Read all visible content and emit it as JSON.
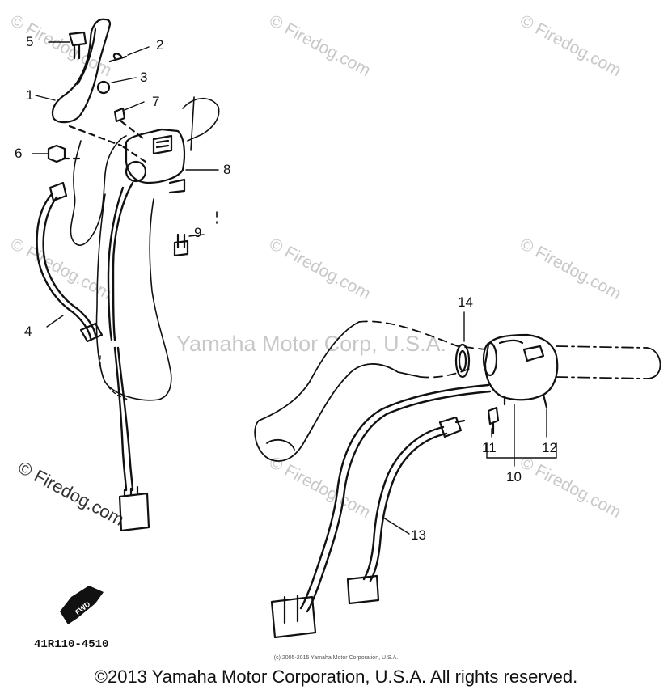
{
  "watermark": {
    "brand": "© Firedog.com",
    "center_text": "Yamaha Motor Corp, U.S.A."
  },
  "callouts": [
    "1",
    "2",
    "3",
    "4",
    "5",
    "6",
    "7",
    "8",
    "9",
    "10",
    "11",
    "12",
    "13",
    "14"
  ],
  "part_code": "41R110-4510",
  "fwd_label": "FWD",
  "small_copyright": "(c) 2005-2015 Yamaha Motor Corporation, U.S.A.",
  "footer": "©2013 Yamaha Motor Corporation, U.S.A. All rights reserved.",
  "colors": {
    "line": "#111111",
    "watermark": "#c8c8c8",
    "background": "#ffffff"
  }
}
